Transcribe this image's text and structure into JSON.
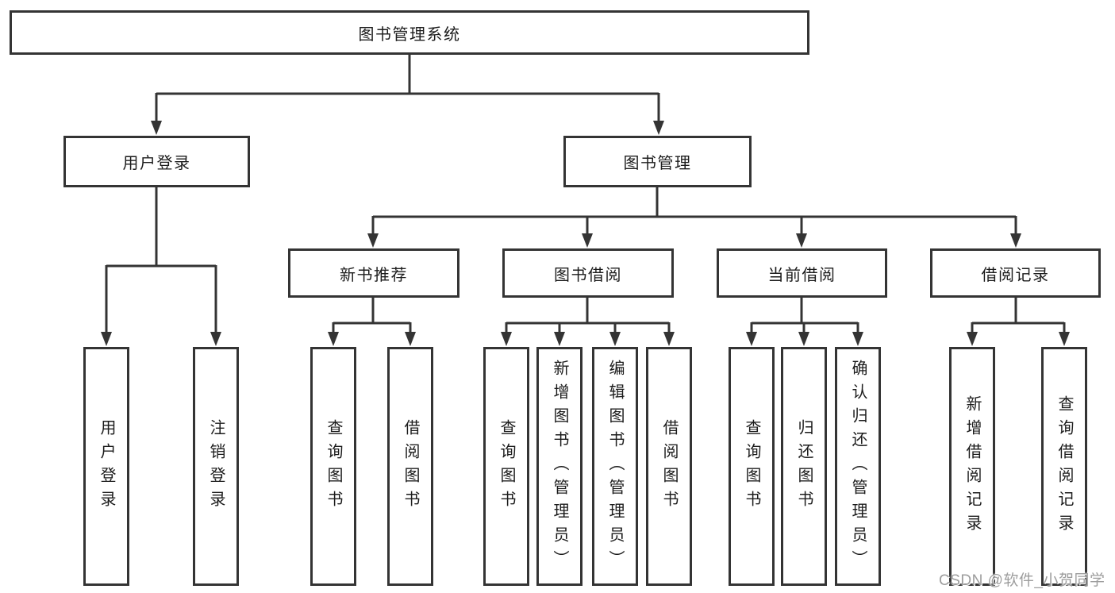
{
  "diagram": {
    "colors": {
      "line": "#343434",
      "text": "#1c1c1c",
      "box_background": "#ffffff",
      "watermark": "#9d9d9d"
    },
    "tree": {
      "label": "图书管理系统",
      "children": [
        {
          "label": "用户登录",
          "children": [
            {
              "label": "用户登录"
            },
            {
              "label": "注销登录"
            }
          ]
        },
        {
          "label": "图书管理",
          "children": [
            {
              "label": "新书推荐",
              "children": [
                {
                  "label": "查询图书"
                },
                {
                  "label": "借阅图书"
                }
              ]
            },
            {
              "label": "图书借阅",
              "children": [
                {
                  "label": "查询图书"
                },
                {
                  "label": "新增图书（管理员）"
                },
                {
                  "label": "编辑图书（管理员）"
                },
                {
                  "label": "借阅图书"
                }
              ]
            },
            {
              "label": "当前借阅",
              "children": [
                {
                  "label": "查询图书"
                },
                {
                  "label": "归还图书"
                },
                {
                  "label": "确认归还（管理员）"
                }
              ]
            },
            {
              "label": "借阅记录",
              "children": [
                {
                  "label": "新增借阅记录"
                },
                {
                  "label": "查询借阅记录"
                }
              ]
            }
          ]
        }
      ]
    },
    "watermark": {
      "text": "CSDN @软件_小贺同学"
    }
  }
}
